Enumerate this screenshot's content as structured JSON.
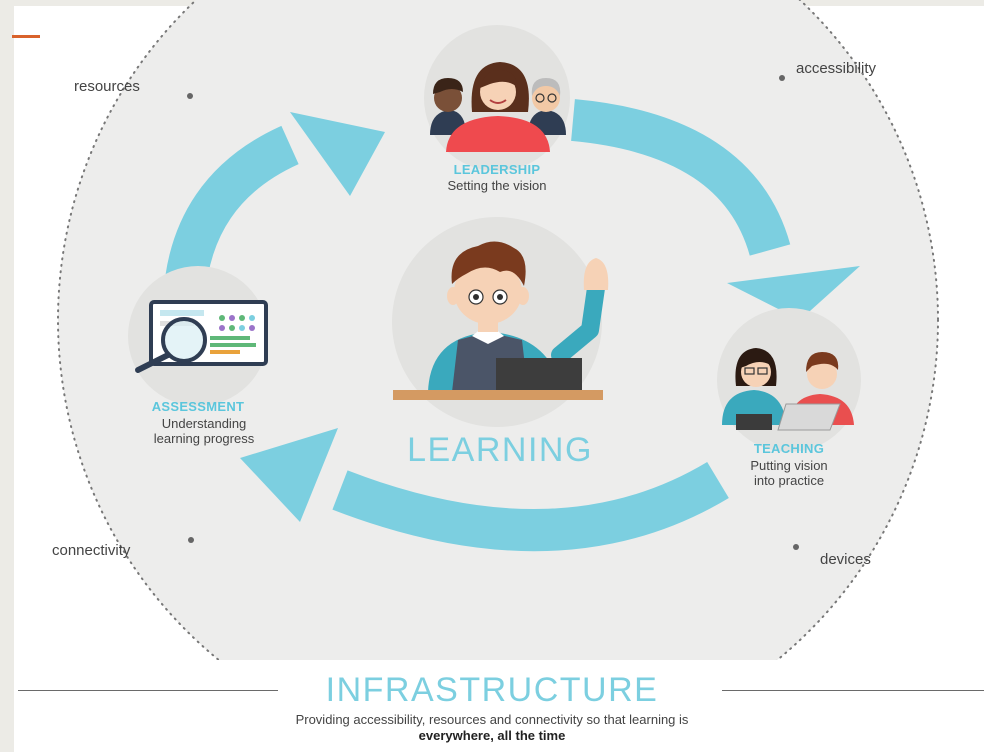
{
  "outer_labels": {
    "resources": "resources",
    "accessibility": "accessibility",
    "connectivity": "connectivity",
    "devices": "devices"
  },
  "nodes": {
    "leadership": {
      "title": "LEADERSHIP",
      "subtitle": "Setting the vision"
    },
    "teaching": {
      "title": "TEACHING",
      "subtitle_line1": "Putting vision",
      "subtitle_line2": "into practice"
    },
    "assessment": {
      "title": "ASSESSMENT",
      "subtitle_line1": "Understanding",
      "subtitle_line2": "learning progress"
    }
  },
  "center": {
    "title": "LEARNING"
  },
  "infrastructure": {
    "title": "INFRASTRUCTURE",
    "caption_line1": "Providing accessibility, resources and connectivity so that learning is",
    "caption_line2": "everywhere, all the time"
  },
  "colors": {
    "accent_blue": "#7ccfe0",
    "title_blue": "#5bc6dc",
    "circle_bg": "#ededec",
    "node_bg": "#e2e2e0",
    "orange_rule": "#d9622b"
  }
}
